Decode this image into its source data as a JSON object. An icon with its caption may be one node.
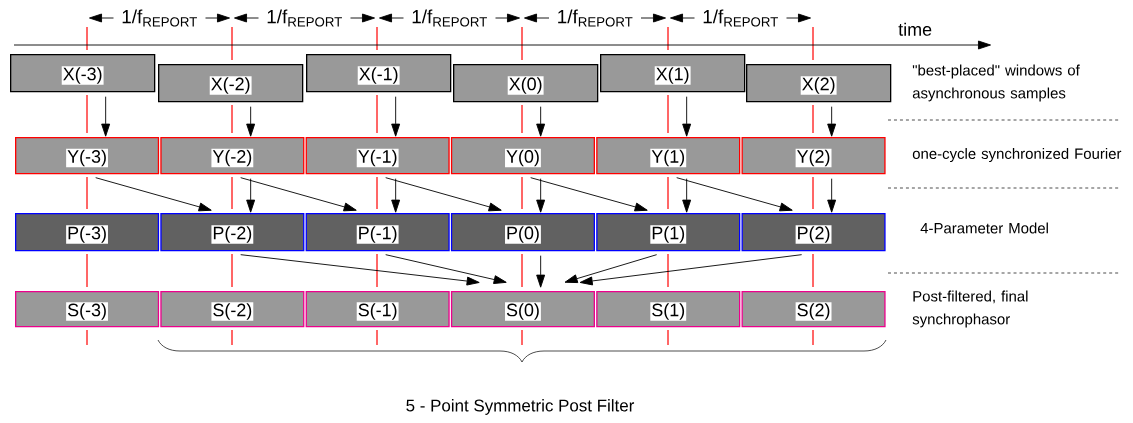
{
  "diagram": {
    "nodes": [
      {
        "text": [
          "X(-3)"
        ]
      },
      {
        "text": [
          "X(-2)"
        ]
      },
      {
        "text": [
          "X(-1)"
        ]
      },
      {
        "text": [
          "X(0)"
        ]
      },
      {
        "text": [
          "X(1)"
        ]
      },
      {
        "text": [
          "X(2)"
        ]
      },
      {
        "text": [
          "Y(-3)"
        ]
      },
      {
        "text": [
          "Y(-2)"
        ]
      },
      {
        "text": [
          "Y(-1)"
        ]
      },
      {
        "text": [
          "Y(0)"
        ]
      },
      {
        "text": [
          "Y(1)"
        ]
      },
      {
        "text": [
          "Y(2)"
        ]
      },
      {
        "text": [
          "P(-3)"
        ]
      },
      {
        "text": [
          "P(-2)"
        ]
      },
      {
        "text": [
          "P(-1)"
        ]
      },
      {
        "text": [
          "P(0)"
        ]
      },
      {
        "text": [
          "P(1)"
        ]
      },
      {
        "text": [
          "P(2)"
        ]
      },
      {
        "text": [
          "S(-3)"
        ]
      },
      {
        "text": [
          "S(-2)"
        ]
      },
      {
        "text": [
          "S(-1)"
        ]
      },
      {
        "text": [
          "S(0)"
        ]
      },
      {
        "text": [
          "S(1)"
        ]
      },
      {
        "text": [
          "S(2)"
        ]
      }
    ],
    "edges": [
      {
        "from": 0,
        "to": 6,
        "arrow": "to"
      },
      {
        "from": 1,
        "to": 7,
        "arrow": "to"
      },
      {
        "from": 2,
        "to": 8,
        "arrow": "to"
      },
      {
        "from": 3,
        "to": 9,
        "arrow": "to"
      },
      {
        "from": 4,
        "to": 10,
        "arrow": "to"
      },
      {
        "from": 5,
        "to": 11,
        "arrow": "to"
      },
      {
        "from": 6,
        "to": 13,
        "arrow": "to"
      },
      {
        "from": 7,
        "to": 13,
        "arrow": "to"
      },
      {
        "from": 7,
        "to": 14,
        "arrow": "to"
      },
      {
        "from": 8,
        "to": 14,
        "arrow": "to"
      },
      {
        "from": 8,
        "to": 15,
        "arrow": "to"
      },
      {
        "from": 9,
        "to": 15,
        "arrow": "to"
      },
      {
        "from": 9,
        "to": 16,
        "arrow": "to"
      },
      {
        "from": 10,
        "to": 16,
        "arrow": "to"
      },
      {
        "from": 10,
        "to": 17,
        "arrow": "to"
      },
      {
        "from": 11,
        "to": 17,
        "arrow": "to"
      },
      {
        "from": 13,
        "to": 21,
        "arrow": "to"
      },
      {
        "from": 14,
        "to": 21,
        "arrow": "to"
      },
      {
        "from": 15,
        "to": 21,
        "arrow": "to"
      },
      {
        "from": 16,
        "to": 21,
        "arrow": "to"
      },
      {
        "from": 17,
        "to": 21,
        "arrow": "to"
      }
    ],
    "labels": [
      "1/f$_{REPORT}$",
      "1/f$_{REPORT}$",
      "1/f$_{REPORT}$",
      "1/f$_{REPORT}$",
      "1/f$_{REPORT}$",
      "time",
      "\"best-placed\" windows of asynchronous samples",
      "one-cycle synchronized Fourier",
      "4-Parameter Model",
      "Post-filtered, final synchrophasor",
      "5 - Point Symmetric Post Filter"
    ]
  }
}
